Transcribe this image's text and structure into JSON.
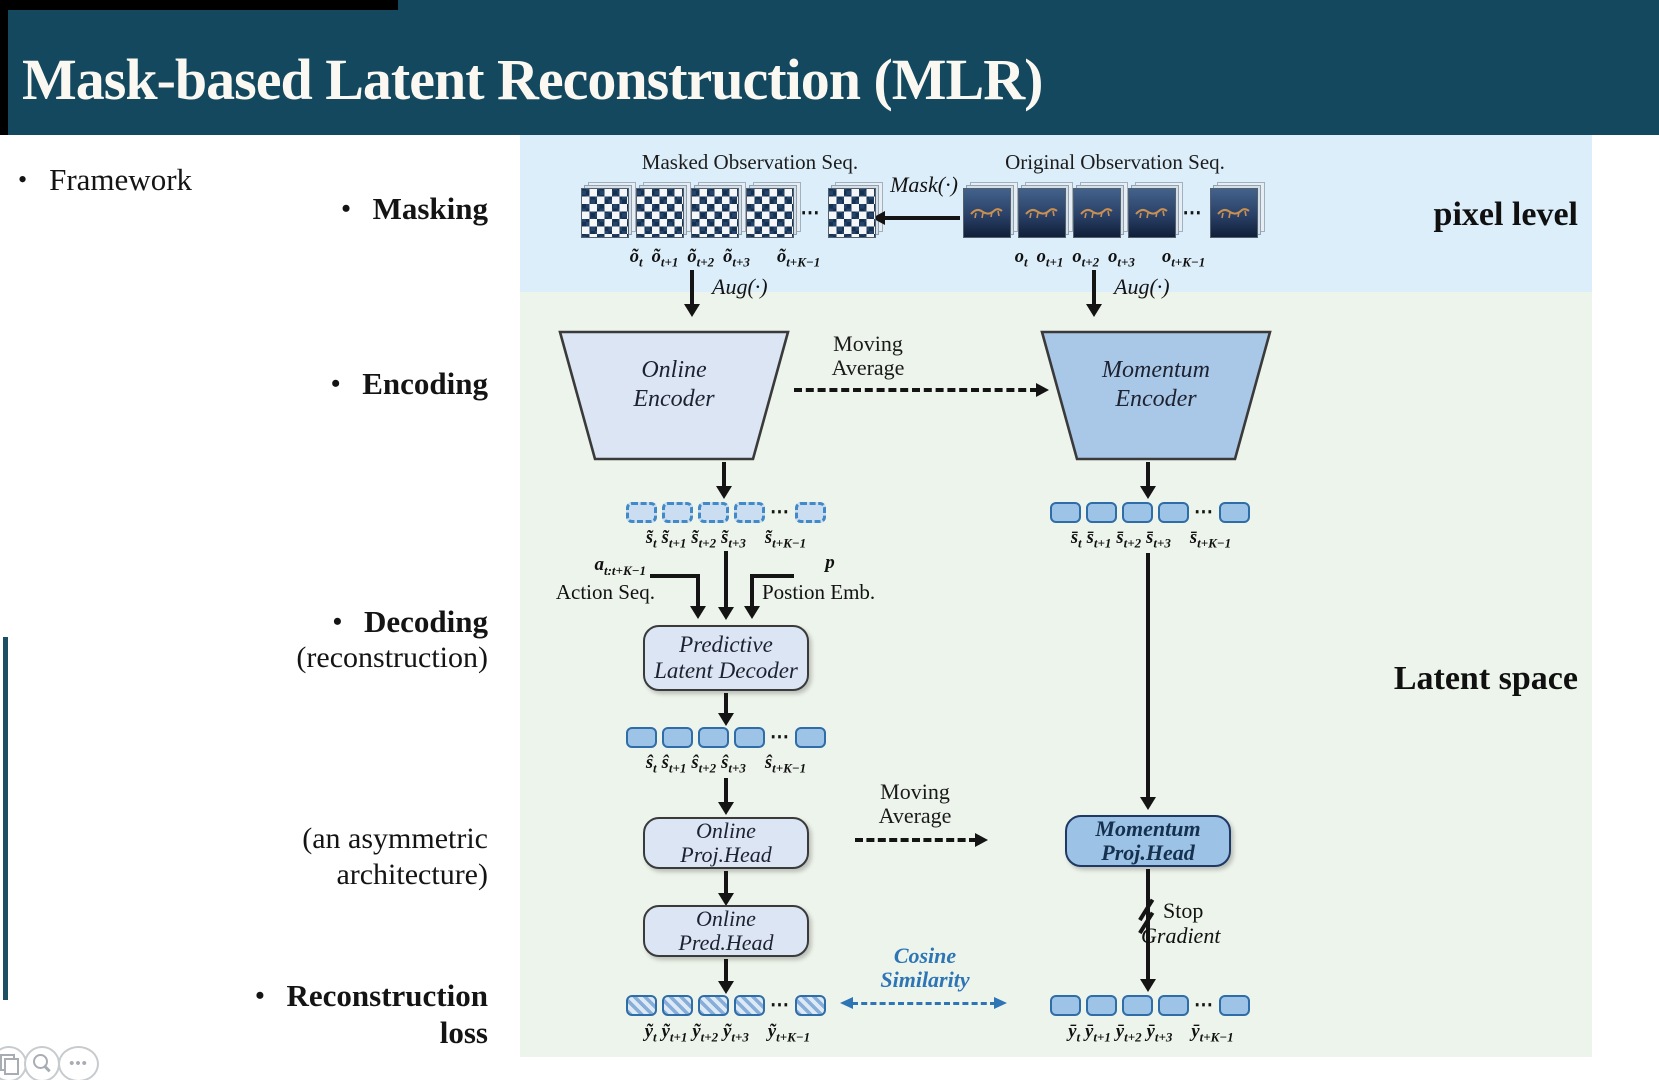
{
  "title": "Mask-based Latent Reconstruction (MLR)",
  "outline": {
    "bullet": "•",
    "framework": "Framework",
    "masking": "Masking",
    "encoding": "Encoding",
    "decoding": "Decoding",
    "reconstruction_note": "(reconstruction)",
    "asymmetric_1": "(an asymmetric",
    "asymmetric_2": "architecture)",
    "loss_1": "Reconstruction",
    "loss_2": "loss"
  },
  "regions": {
    "pixel": "pixel level",
    "latent": "Latent space"
  },
  "labels": {
    "masked_seq": "Masked Observation Seq.",
    "original_seq": "Original Observation Seq.",
    "mask_fn": "Mask(·)",
    "aug_fn": "Aug(·)",
    "moving_1": "Moving",
    "moving_2": "Average",
    "stop_1": "Stop",
    "stop_2": "Gradient",
    "cosine_1": "Cosine",
    "cosine_2": "Similarity",
    "ellipsis": "⋯",
    "action_base": "a",
    "action_sub": "t:t+K−1",
    "action_name": "Action Seq.",
    "pos_base": "p",
    "pos_name": "Postion Emb."
  },
  "boxes": {
    "online_encoder_1": "Online",
    "online_encoder_2": "Encoder",
    "momentum_encoder_1": "Momentum",
    "momentum_encoder_2": "Encoder",
    "decoder_1": "Predictive",
    "decoder_2": "Latent Decoder",
    "online_proj_1": "Online",
    "online_proj_2": "Proj.Head",
    "online_pred_1": "Online",
    "online_pred_2": "Pred.Head",
    "momentum_proj_1": "Momentum",
    "momentum_proj_2": "Proj.Head"
  },
  "seq": {
    "masked_obs": [
      {
        "b": "õ",
        "s": "t"
      },
      {
        "b": "õ",
        "s": "t+1"
      },
      {
        "b": "õ",
        "s": "t+2"
      },
      {
        "b": "õ",
        "s": "t+3"
      },
      {
        "b": "õ",
        "s": "t+K−1"
      }
    ],
    "original_obs": [
      {
        "b": "o",
        "s": "t"
      },
      {
        "b": "o",
        "s": "t+1"
      },
      {
        "b": "o",
        "s": "t+2"
      },
      {
        "b": "o",
        "s": "t+3"
      },
      {
        "b": "o",
        "s": "t+K−1"
      }
    ],
    "online_s": [
      {
        "b": "s̃",
        "s": "t"
      },
      {
        "b": "s̃",
        "s": "t+1"
      },
      {
        "b": "s̃",
        "s": "t+2"
      },
      {
        "b": "s̃",
        "s": "t+3"
      },
      {
        "b": "s̃",
        "s": "t+K−1"
      }
    ],
    "momentum_s": [
      {
        "b": "s̄",
        "s": "t"
      },
      {
        "b": "s̄",
        "s": "t+1"
      },
      {
        "b": "s̄",
        "s": "t+2"
      },
      {
        "b": "s̄",
        "s": "t+3"
      },
      {
        "b": "s̄",
        "s": "t+K−1"
      }
    ],
    "pred_s": [
      {
        "b": "ŝ",
        "s": "t"
      },
      {
        "b": "ŝ",
        "s": "t+1"
      },
      {
        "b": "ŝ",
        "s": "t+2"
      },
      {
        "b": "ŝ",
        "s": "t+3"
      },
      {
        "b": "ŝ",
        "s": "t+K−1"
      }
    ],
    "online_y": [
      {
        "b": "ỹ",
        "s": "t"
      },
      {
        "b": "ỹ",
        "s": "t+1"
      },
      {
        "b": "ỹ",
        "s": "t+2"
      },
      {
        "b": "ỹ",
        "s": "t+3"
      },
      {
        "b": "ỹ",
        "s": "t+K−1"
      }
    ],
    "momentum_y": [
      {
        "b": "ȳ",
        "s": "t"
      },
      {
        "b": "ȳ",
        "s": "t+1"
      },
      {
        "b": "ȳ",
        "s": "t+2"
      },
      {
        "b": "ȳ",
        "s": "t+3"
      },
      {
        "b": "ȳ",
        "s": "t+K−1"
      }
    ]
  },
  "viewer_icons": [
    "copy-icon",
    "zoom-icon",
    "more-icon"
  ],
  "colors": {
    "title_bar": "#13485F",
    "pixel_band": "#DCEEFA",
    "latent_band": "#EDF4EB",
    "box_light": "#DBE5F3",
    "box_medium": "#9CC2E5",
    "encoder_momentum": "#A9C7E6",
    "token_fill": "#9DC3E6",
    "token_border": "#2F6DA8",
    "accent_blue": "#2E75B6",
    "arrow": "#141414",
    "left_accent_line": "#1C4F63"
  }
}
